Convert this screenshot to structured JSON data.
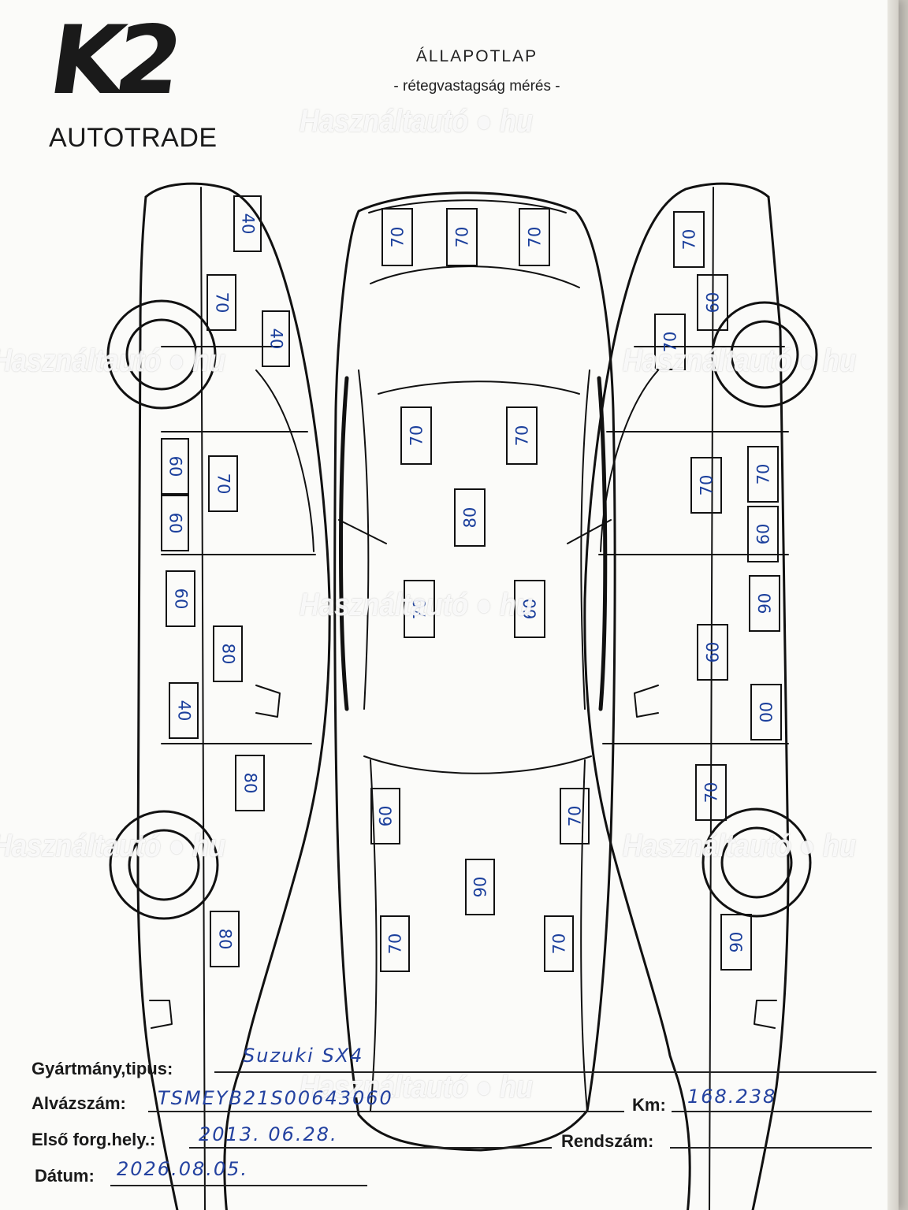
{
  "header": {
    "logo_mark": "K2",
    "logo_sub": "AUTOTRADE",
    "title": "ÁLLAPOTLAP",
    "subtitle": "- rétegvastagság mérés -"
  },
  "watermark": "Használtautó ● hu",
  "measurements": {
    "left_side": [
      "40",
      "70",
      "40",
      "60",
      "70",
      "60",
      "60",
      "80",
      "40",
      "80",
      "80"
    ],
    "top": [
      "70",
      "70",
      "70",
      "70",
      "70",
      "80",
      "70",
      "60",
      "60",
      "70",
      "90",
      "70",
      "70"
    ],
    "right_side": [
      "70",
      "60",
      "70",
      "70",
      "60",
      "60",
      "90",
      "70",
      "00",
      "70",
      "90"
    ]
  },
  "form": {
    "make_label": "Gyártmány,tipus:",
    "make_value": "Suzuki SX4",
    "vin_label": "Alvázszám:",
    "vin_value": "TSMEYB21S00643060",
    "km_label": "Km:",
    "km_value": "168.238",
    "first_reg_label": "Első forg.hely.:",
    "first_reg_value": "2013. 06.28.",
    "plate_label": "Rendszám:",
    "plate_value": "",
    "date_label": "Dátum:",
    "date_value": "2026.08.05."
  }
}
